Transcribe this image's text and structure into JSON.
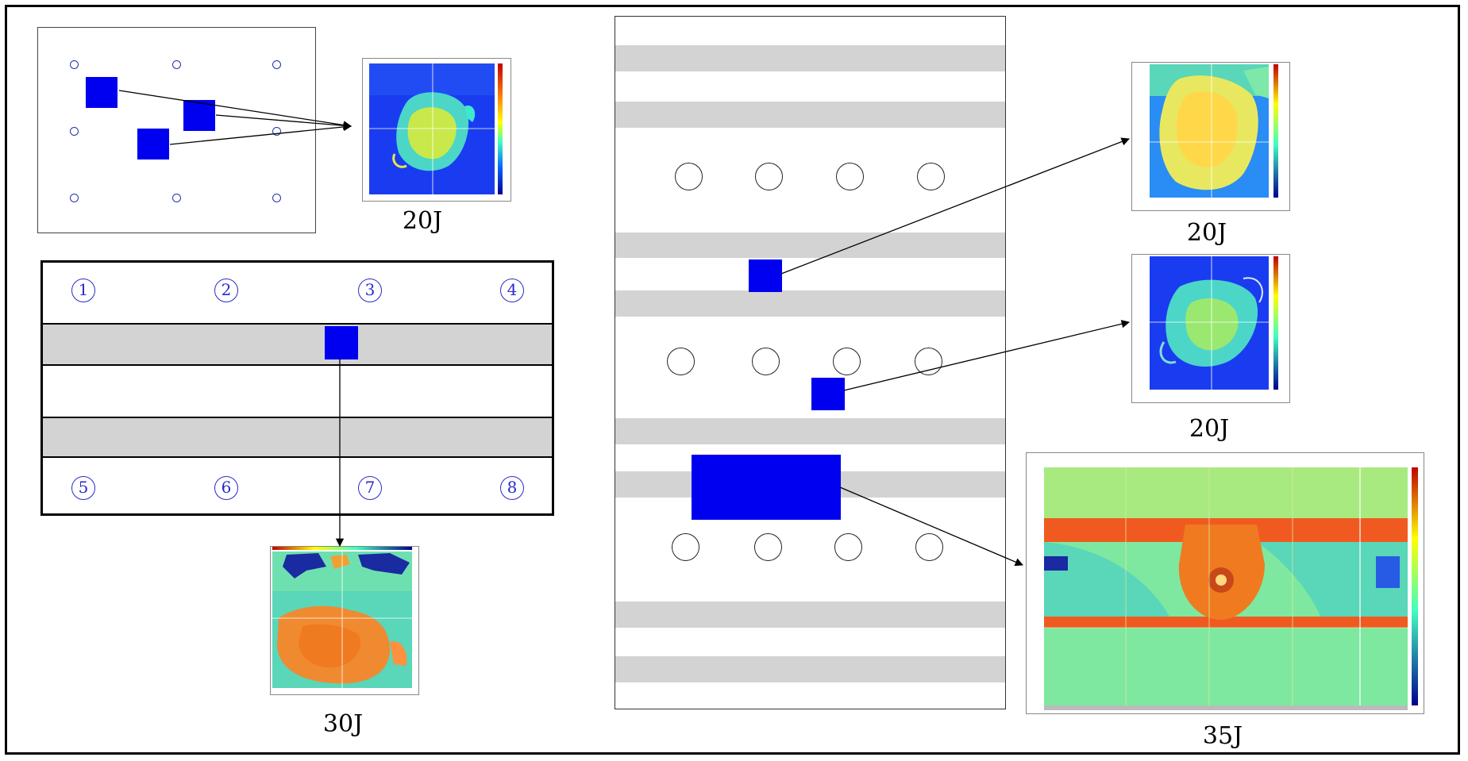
{
  "captions": {
    "top_left": "20J",
    "bottom_left": "30J",
    "right_top": "20J",
    "right_middle": "20J",
    "right_bottom": "35J"
  },
  "small_panel": {
    "hole_labels": [
      "",
      "",
      "",
      "",
      "",
      "",
      "",
      "",
      ""
    ]
  },
  "strip_panel": {
    "top_numbers": [
      "1",
      "2",
      "3",
      "4"
    ],
    "bottom_numbers": [
      "5",
      "6",
      "7",
      "8"
    ]
  },
  "colors": {
    "impact_box": "#0000f0",
    "stripe": "#d3d3d3",
    "colormap": [
      "#00008f",
      "#0000ff",
      "#0080ff",
      "#00ffff",
      "#80ff80",
      "#ffff00",
      "#ff8000",
      "#ff0000",
      "#800000"
    ]
  }
}
